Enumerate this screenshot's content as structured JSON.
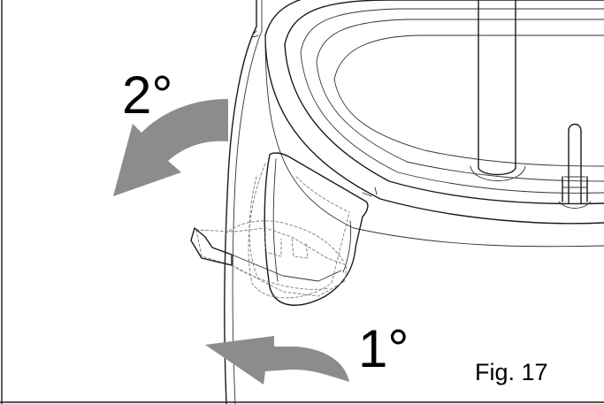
{
  "labels": {
    "step_2": "2°",
    "step_1": "1°",
    "figure": "Fig. 17"
  },
  "colors": {
    "arrow": "#8c8c8c",
    "line": "#1a1a1a",
    "dashed": "#7a7a7a",
    "background": "#ffffff"
  },
  "icons": {
    "rotate_left_arrow": "curved-arrow-left-icon",
    "rotate_down_arrow": "curved-arrow-left-icon"
  }
}
